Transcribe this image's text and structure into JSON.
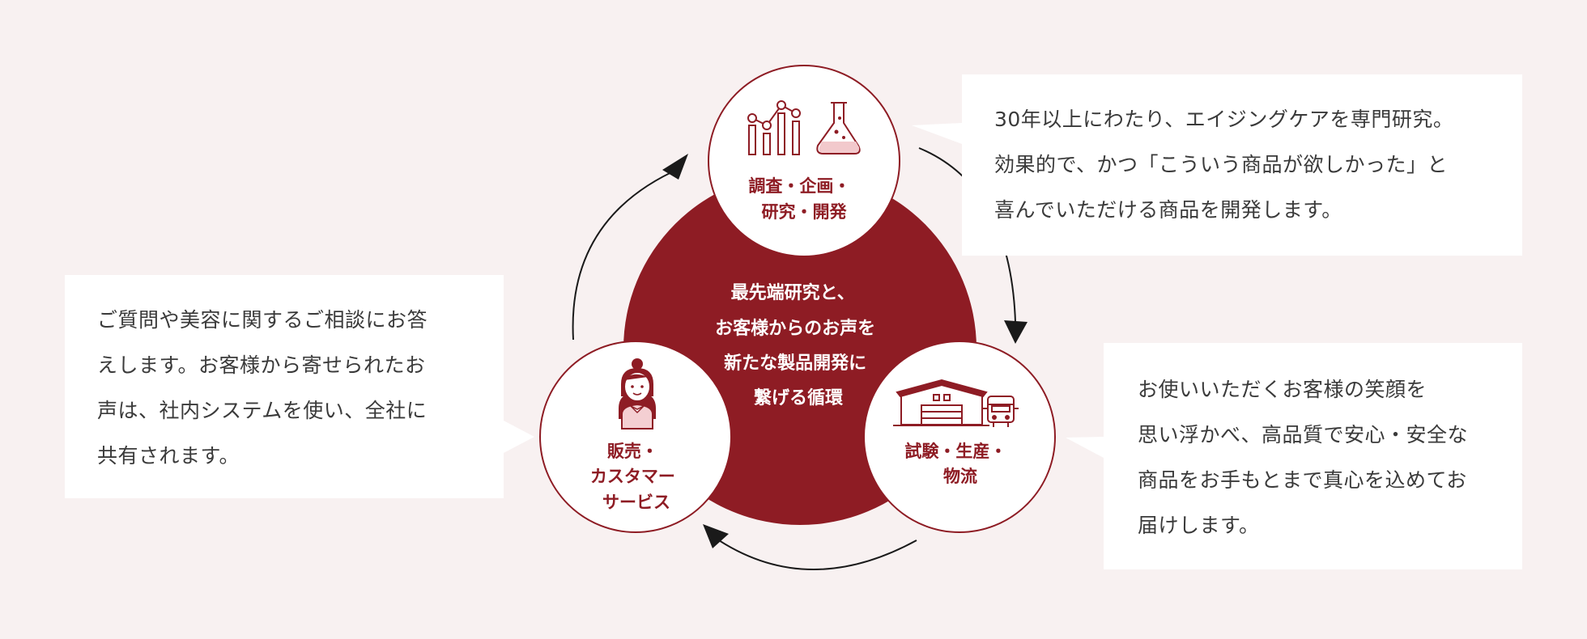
{
  "colors": {
    "accent": "#8e1c24",
    "background": "#f8f1f1",
    "box": "#ffffff",
    "text": "#3a3a3a",
    "arrow": "#1a1a1a"
  },
  "center": {
    "lines": [
      "最先端研究と、",
      "お客様からのお声を",
      "新たな製品開発に",
      "繋げる循環"
    ]
  },
  "nodes": {
    "research": {
      "lines": [
        "調査・企画・",
        "研究・開発"
      ],
      "icons": [
        "bar-chart-icon",
        "flask-icon"
      ]
    },
    "production": {
      "lines": [
        "試験・生産・",
        "物流"
      ],
      "icons": [
        "factory-icon",
        "truck-icon"
      ]
    },
    "service": {
      "lines": [
        "販売・",
        "カスタマー",
        "サービス"
      ],
      "icons": [
        "staff-woman-icon"
      ]
    }
  },
  "descriptions": {
    "research": {
      "lines": [
        "30年以上にわたり、エイジングケアを専門研究。",
        "効果的で、かつ「こういう商品が欲しかった」と",
        "喜んでいただける商品を開発します。"
      ]
    },
    "production": {
      "lines": [
        "お使いいただくお客様の笑顔を",
        "思い浮かべ、高品質で安心・安全な",
        "商品をお手もとまで真心を込めてお",
        "届けします。"
      ]
    },
    "service": {
      "lines": [
        "ご質問や美容に関するご相談にお答",
        "えします。お客様から寄せられたお",
        "声は、社内システムを使い、全社に",
        "共有されます。"
      ]
    }
  }
}
